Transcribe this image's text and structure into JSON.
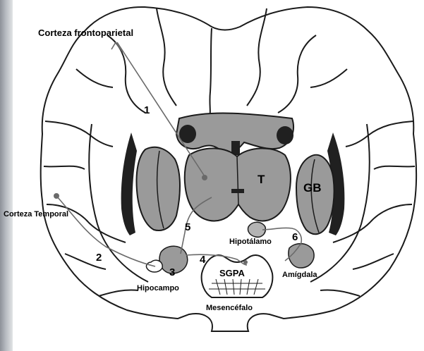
{
  "labels": {
    "frontoparietal": "Corteza frontoparietal",
    "temporal": "Corteza Temporal",
    "thalamus": "T",
    "basal_ganglia": "GB",
    "hypothalamus": "Hipotálamo",
    "amygdala": "Amígdala",
    "hippocampus": "Hipocampo",
    "pag": "SGPA",
    "midbrain": "Mesencéfalo"
  },
  "pathways": [
    "1",
    "2",
    "3",
    "4",
    "5",
    "6"
  ],
  "colors": {
    "outline": "#1a1a1a",
    "gray_matter": "#9a9a9a",
    "dark_matter": "#202020",
    "small_structure": "#b4b4b4",
    "page": "#ffffff"
  }
}
